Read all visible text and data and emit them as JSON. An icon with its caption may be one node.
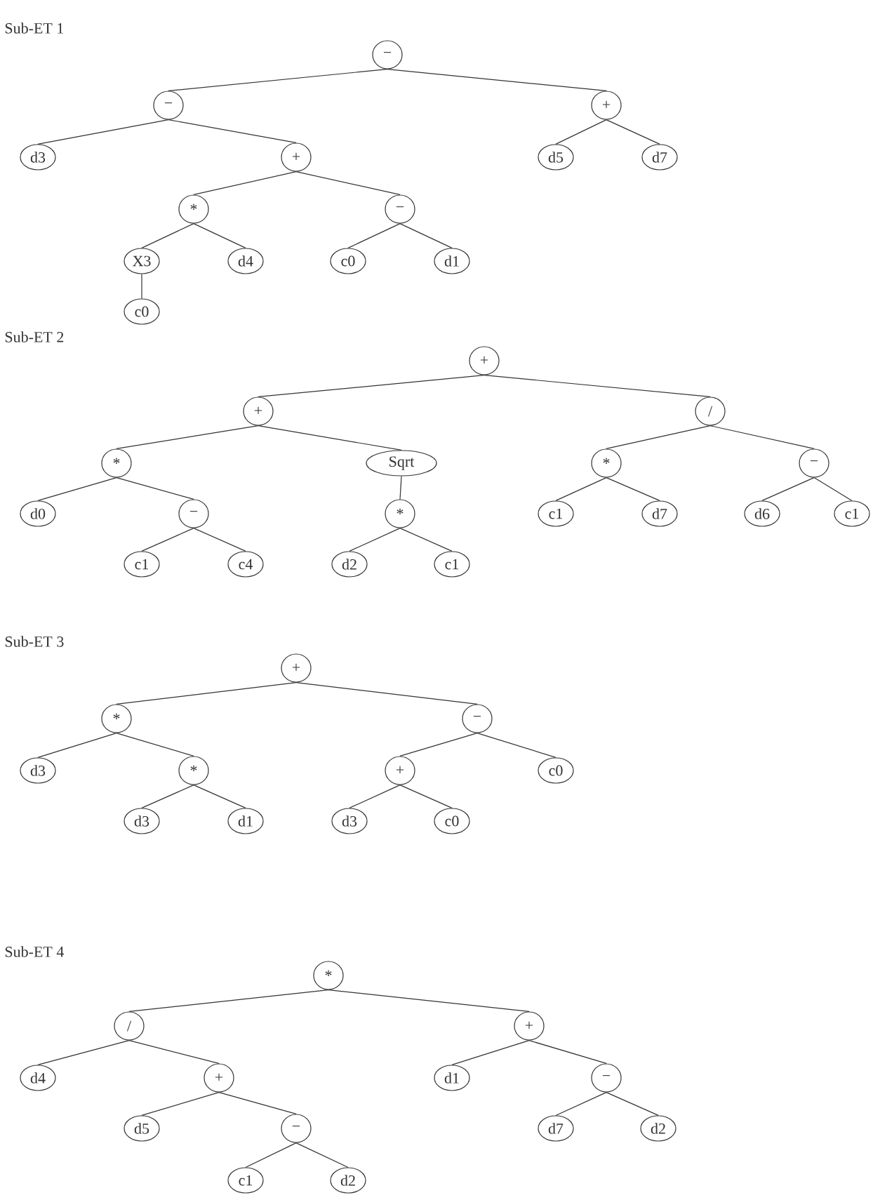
{
  "diagram": {
    "nodes": [
      {
        "text": [
          "−"
        ]
      },
      {
        "text": [
          "−"
        ]
      },
      {
        "text": [
          "+"
        ]
      },
      {
        "text": [
          "d3"
        ]
      },
      {
        "text": [
          "+"
        ]
      },
      {
        "text": [
          "d5"
        ]
      },
      {
        "text": [
          "d7"
        ]
      },
      {
        "text": [
          "*"
        ]
      },
      {
        "text": [
          "−"
        ]
      },
      {
        "text": [
          "X3"
        ]
      },
      {
        "text": [
          "d4"
        ]
      },
      {
        "text": [
          "c0"
        ]
      },
      {
        "text": [
          "d1"
        ]
      },
      {
        "text": [
          "c0"
        ]
      },
      {
        "text": [
          "+"
        ]
      },
      {
        "text": [
          "+"
        ]
      },
      {
        "text": [
          "/"
        ]
      },
      {
        "text": [
          "*"
        ]
      },
      {
        "text": [
          "Sqrt"
        ]
      },
      {
        "text": [
          "*"
        ]
      },
      {
        "text": [
          "−"
        ]
      },
      {
        "text": [
          "d0"
        ]
      },
      {
        "text": [
          "−"
        ]
      },
      {
        "text": [
          "*"
        ]
      },
      {
        "text": [
          "c1"
        ]
      },
      {
        "text": [
          "d7"
        ]
      },
      {
        "text": [
          "d6"
        ]
      },
      {
        "text": [
          "c1"
        ]
      },
      {
        "text": [
          "c1"
        ]
      },
      {
        "text": [
          "c4"
        ]
      },
      {
        "text": [
          "d2"
        ]
      },
      {
        "text": [
          "c1"
        ]
      },
      {
        "text": [
          "+"
        ]
      },
      {
        "text": [
          "*"
        ]
      },
      {
        "text": [
          "−"
        ]
      },
      {
        "text": [
          "d3"
        ]
      },
      {
        "text": [
          "*"
        ]
      },
      {
        "text": [
          "+"
        ]
      },
      {
        "text": [
          "c0"
        ]
      },
      {
        "text": [
          "d3"
        ]
      },
      {
        "text": [
          "d1"
        ]
      },
      {
        "text": [
          "d3"
        ]
      },
      {
        "text": [
          "c0"
        ]
      },
      {
        "text": [
          "*"
        ]
      },
      {
        "text": [
          "/"
        ]
      },
      {
        "text": [
          "+"
        ]
      },
      {
        "text": [
          "d4"
        ]
      },
      {
        "text": [
          "+"
        ]
      },
      {
        "text": [
          "d1"
        ]
      },
      {
        "text": [
          "−"
        ]
      },
      {
        "text": [
          "d5"
        ]
      },
      {
        "text": [
          "−"
        ]
      },
      {
        "text": [
          "d7"
        ]
      },
      {
        "text": [
          "d2"
        ]
      },
      {
        "text": [
          "c1"
        ]
      },
      {
        "text": [
          "d2"
        ]
      }
    ],
    "edges": [
      {
        "from": 0,
        "to": 1,
        "arrow": "none"
      },
      {
        "from": 0,
        "to": 2,
        "arrow": "none"
      },
      {
        "from": 1,
        "to": 3,
        "arrow": "none"
      },
      {
        "from": 1,
        "to": 4,
        "arrow": "none"
      },
      {
        "from": 2,
        "to": 5,
        "arrow": "none"
      },
      {
        "from": 2,
        "to": 6,
        "arrow": "none"
      },
      {
        "from": 4,
        "to": 7,
        "arrow": "none"
      },
      {
        "from": 4,
        "to": 8,
        "arrow": "none"
      },
      {
        "from": 7,
        "to": 9,
        "arrow": "none"
      },
      {
        "from": 7,
        "to": 10,
        "arrow": "none"
      },
      {
        "from": 8,
        "to": 11,
        "arrow": "none"
      },
      {
        "from": 8,
        "to": 12,
        "arrow": "none"
      },
      {
        "from": 9,
        "to": 13,
        "arrow": "none"
      },
      {
        "from": 14,
        "to": 15,
        "arrow": "none"
      },
      {
        "from": 14,
        "to": 16,
        "arrow": "none"
      },
      {
        "from": 15,
        "to": 17,
        "arrow": "none"
      },
      {
        "from": 15,
        "to": 18,
        "arrow": "none"
      },
      {
        "from": 16,
        "to": 19,
        "arrow": "none"
      },
      {
        "from": 16,
        "to": 20,
        "arrow": "none"
      },
      {
        "from": 17,
        "to": 21,
        "arrow": "none"
      },
      {
        "from": 17,
        "to": 22,
        "arrow": "none"
      },
      {
        "from": 18,
        "to": 23,
        "arrow": "none"
      },
      {
        "from": 19,
        "to": 24,
        "arrow": "none"
      },
      {
        "from": 19,
        "to": 25,
        "arrow": "none"
      },
      {
        "from": 20,
        "to": 26,
        "arrow": "none"
      },
      {
        "from": 20,
        "to": 27,
        "arrow": "none"
      },
      {
        "from": 22,
        "to": 28,
        "arrow": "none"
      },
      {
        "from": 22,
        "to": 29,
        "arrow": "none"
      },
      {
        "from": 23,
        "to": 30,
        "arrow": "none"
      },
      {
        "from": 23,
        "to": 31,
        "arrow": "none"
      },
      {
        "from": 32,
        "to": 33,
        "arrow": "none"
      },
      {
        "from": 32,
        "to": 34,
        "arrow": "none"
      },
      {
        "from": 33,
        "to": 35,
        "arrow": "none"
      },
      {
        "from": 33,
        "to": 36,
        "arrow": "none"
      },
      {
        "from": 34,
        "to": 37,
        "arrow": "none"
      },
      {
        "from": 34,
        "to": 38,
        "arrow": "none"
      },
      {
        "from": 36,
        "to": 39,
        "arrow": "none"
      },
      {
        "from": 36,
        "to": 40,
        "arrow": "none"
      },
      {
        "from": 37,
        "to": 41,
        "arrow": "none"
      },
      {
        "from": 37,
        "to": 42,
        "arrow": "none"
      },
      {
        "from": 43,
        "to": 44,
        "arrow": "none"
      },
      {
        "from": 43,
        "to": 45,
        "arrow": "none"
      },
      {
        "from": 44,
        "to": 46,
        "arrow": "none"
      },
      {
        "from": 44,
        "to": 47,
        "arrow": "none"
      },
      {
        "from": 45,
        "to": 48,
        "arrow": "none"
      },
      {
        "from": 45,
        "to": 49,
        "arrow": "none"
      },
      {
        "from": 47,
        "to": 50,
        "arrow": "none"
      },
      {
        "from": 47,
        "to": 51,
        "arrow": "none"
      },
      {
        "from": 49,
        "to": 52,
        "arrow": "none"
      },
      {
        "from": 49,
        "to": 53,
        "arrow": "none"
      },
      {
        "from": 51,
        "to": 54,
        "arrow": "none"
      },
      {
        "from": 51,
        "to": 55,
        "arrow": "none"
      }
    ],
    "labels": [
      "Sub-ET 1",
      "Sub-ET 2",
      "Sub-ET 3",
      "Sub-ET 4"
    ]
  }
}
